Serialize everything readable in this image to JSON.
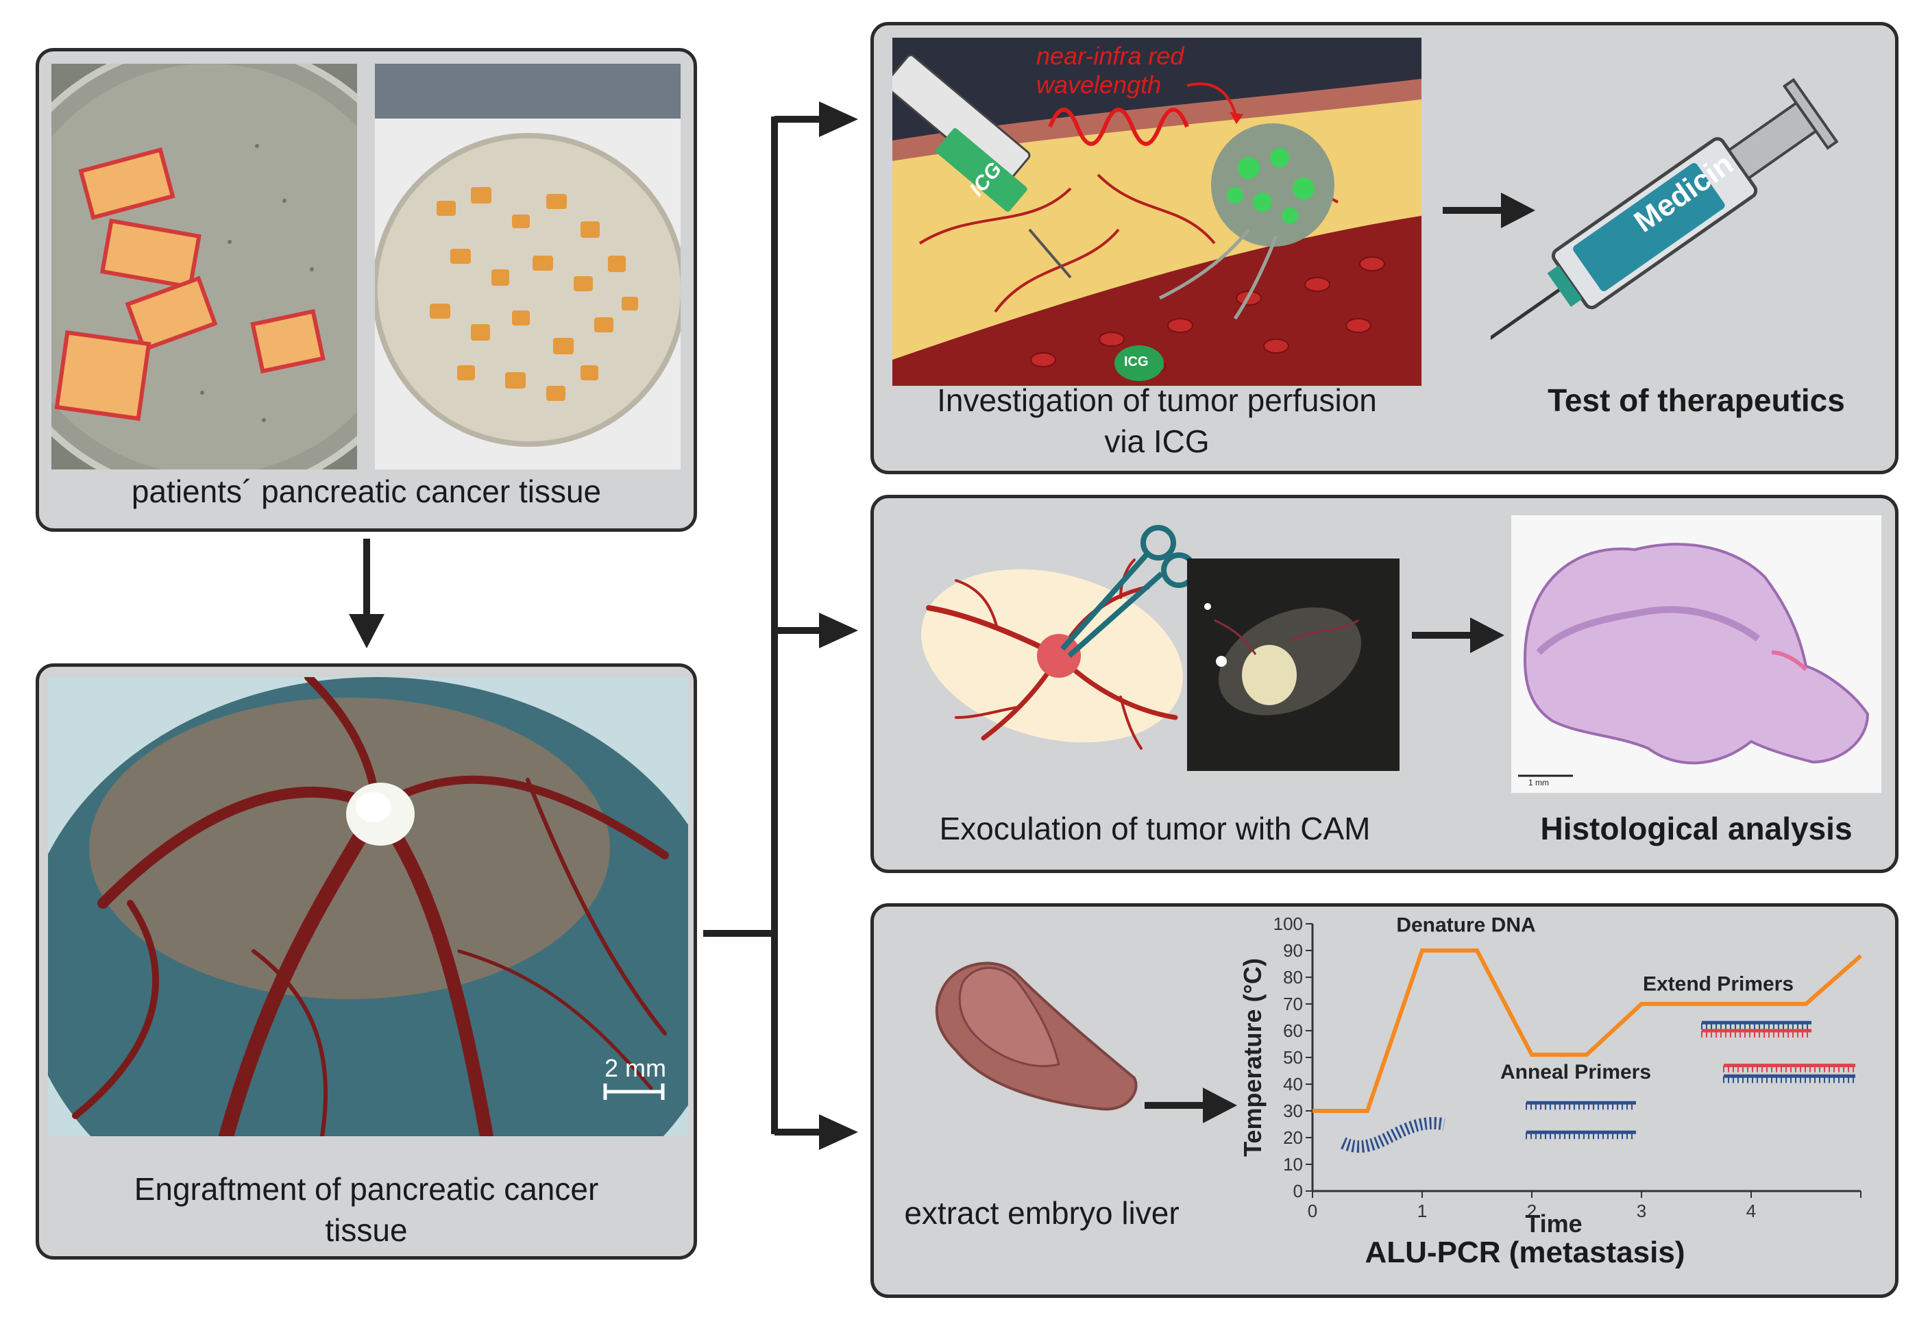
{
  "panels": {
    "tissue": {
      "caption": "patients´ pancreatic cancer tissue"
    },
    "engraftment": {
      "caption_line1": "Engraftment of pancreatic cancer",
      "caption_line2": "tissue",
      "scale_label": "2 mm"
    },
    "perfusion": {
      "caption_line1": "Investigation of tumor perfusion",
      "caption_line2": "via ICG",
      "nir_line1": "near-infra red",
      "nir_line2": "wavelength",
      "syringe_label": "ICG",
      "dye_label": "ICG",
      "therapeutics_caption": "Test of therapeutics",
      "medicine_label": "Medicin"
    },
    "exoculation": {
      "caption": "Exoculation of tumor with CAM",
      "histology_caption": "Histological analysis",
      "histology_scale": "1 mm"
    },
    "pcr": {
      "liver_caption": "extract embryo liver",
      "title": "ALU-PCR (metastasis)"
    }
  },
  "colors": {
    "panel_fill": "#d1d3d5",
    "panel_border": "#2b2b2b",
    "arrow": "#222222",
    "pcr_line": "#f5891f",
    "dna_blue": "#2e4f8c",
    "dna_red": "#e0404a",
    "nir_red": "#e01a1a"
  },
  "chart_data": {
    "type": "line",
    "xlabel": "Time",
    "ylabel": "Temperature (°C)",
    "xlim": [
      0,
      5
    ],
    "ylim": [
      0,
      100
    ],
    "x_ticks": [
      0,
      1,
      2,
      3,
      4
    ],
    "y_ticks": [
      0,
      10,
      20,
      30,
      40,
      50,
      60,
      70,
      80,
      90,
      100
    ],
    "series": [
      {
        "x": [
          0,
          0.5,
          1,
          1.5,
          2,
          2.5,
          3,
          4.5,
          5
        ],
        "y": [
          30,
          30,
          90,
          90,
          51,
          51,
          70,
          70,
          88
        ]
      }
    ],
    "annotations": [
      {
        "text": "Denature DNA",
        "x": 1.4,
        "y": 97
      },
      {
        "text": "Anneal Primers",
        "x": 2.4,
        "y": 42
      },
      {
        "text": "Extend Primers",
        "x": 3.7,
        "y": 75
      }
    ]
  }
}
